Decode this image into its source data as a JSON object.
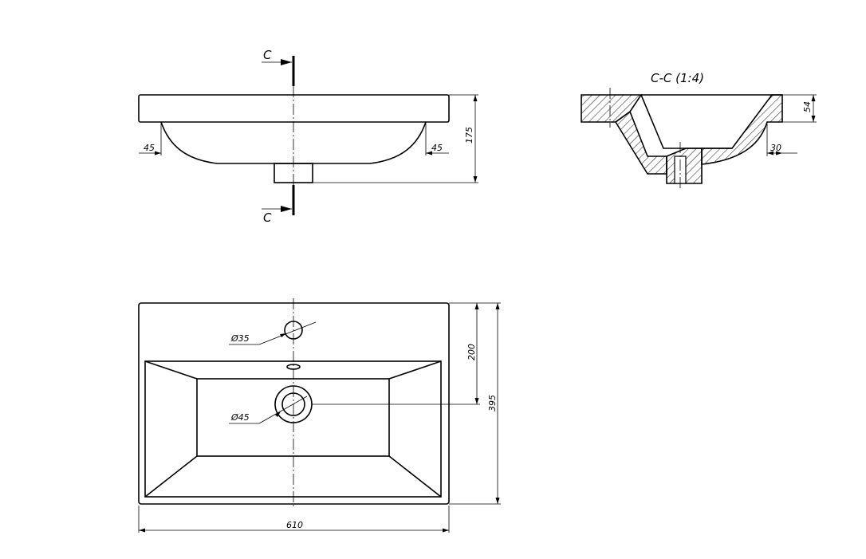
{
  "section_marker": "C",
  "section_title": "C-C (1:4)",
  "front_view": {
    "dim_height": "175",
    "dim_left": "45",
    "dim_right": "45"
  },
  "section_view": {
    "dim_depth": "54",
    "dim_rim": "30"
  },
  "plan_view": {
    "tap_hole": "Ø35",
    "drain": "Ø45",
    "dim_drain_position": "200",
    "dim_depth": "395",
    "dim_width": "610"
  }
}
